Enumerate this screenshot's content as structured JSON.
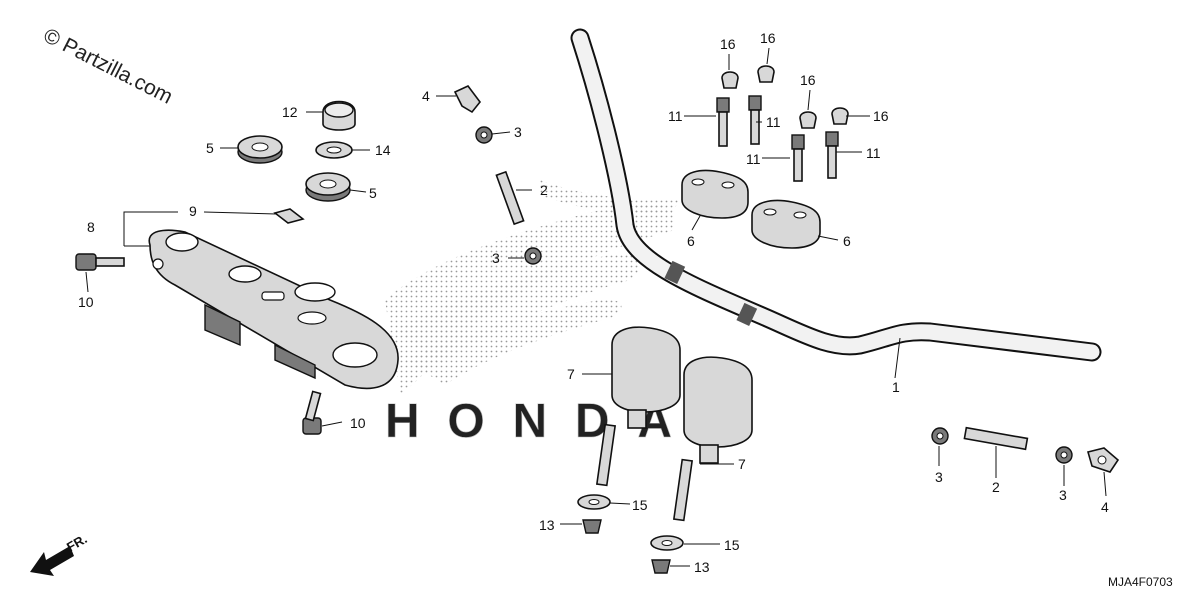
{
  "watermark": "© Partzilla.com",
  "diagram_code": "MJA4F0703",
  "background_logo": "HONDA",
  "front_indicator": "FR.",
  "callouts": {
    "handlebar": "1",
    "pin_left": "2",
    "pin_right": "2",
    "nut_top": "3",
    "nut_mid": "3",
    "nut_right_a": "3",
    "nut_right_b": "3",
    "clamp_top": "4",
    "clamp_right": "4",
    "bush_upper": "5",
    "bush_lower": "5",
    "holder_upper_a": "6",
    "holder_upper_b": "6",
    "holder_lower_a": "7",
    "holder_lower_b": "7",
    "top_bridge": "8",
    "plate": "9",
    "bolt_side": "10",
    "bolt_bottom": "10",
    "bolt_a": "11",
    "bolt_b": "11",
    "bolt_c": "11",
    "bolt_d": "11",
    "cap_12": "12",
    "nut_13_a": "13",
    "nut_13_b": "13",
    "washer_14": "14",
    "washer_15_a": "15",
    "washer_15_b": "15",
    "cap_16_a": "16",
    "cap_16_b": "16",
    "cap_16_c": "16",
    "cap_16_d": "16"
  }
}
